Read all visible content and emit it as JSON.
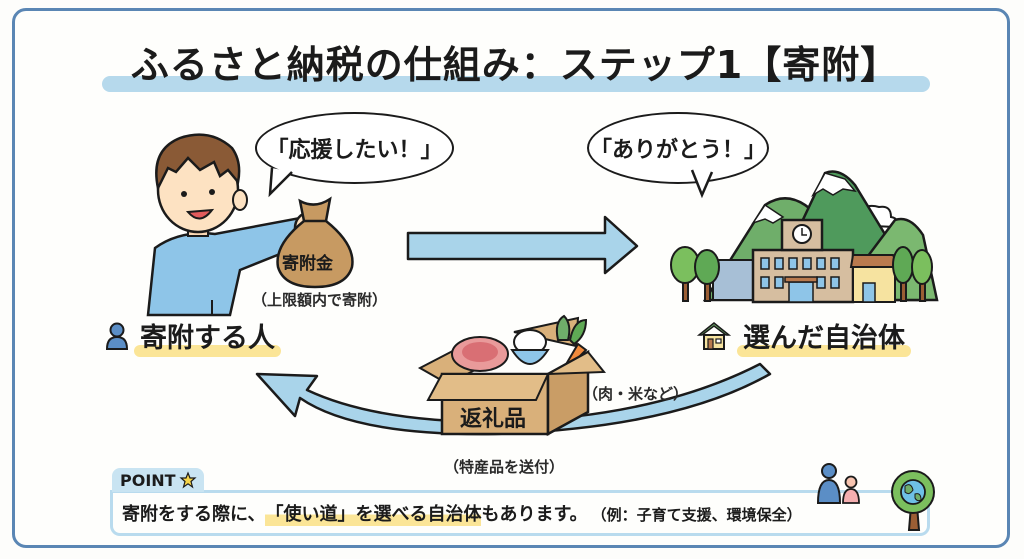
{
  "title": "ふるさと納税の仕組み：ステップ1【寄附】",
  "donor": {
    "speech": "「応援したい！」",
    "bag_label": "寄附金",
    "note": "（上限額内で寄附）",
    "label": "寄附する人",
    "icon": "person-icon"
  },
  "municipality": {
    "speech": "「ありがとう！」",
    "label": "選んだ自治体",
    "icon": "house-icon"
  },
  "gift": {
    "box_label": "返礼品",
    "contents_note": "（肉・米など）",
    "send_note": "（特産品を送付）"
  },
  "point": {
    "tab_label": "POINT",
    "tab_icon": "star-icon",
    "text_before": "寄附をする際に、",
    "text_highlight": "「使い道」を選べる自治体",
    "text_after": "もあります。",
    "example": "（例：子育て支援、環境保全）"
  },
  "colors": {
    "frame": "#5a86b4",
    "arrow_fill": "#a9d4ea",
    "highlight": "#fbe597",
    "title_underline": "#b6d9ec"
  }
}
